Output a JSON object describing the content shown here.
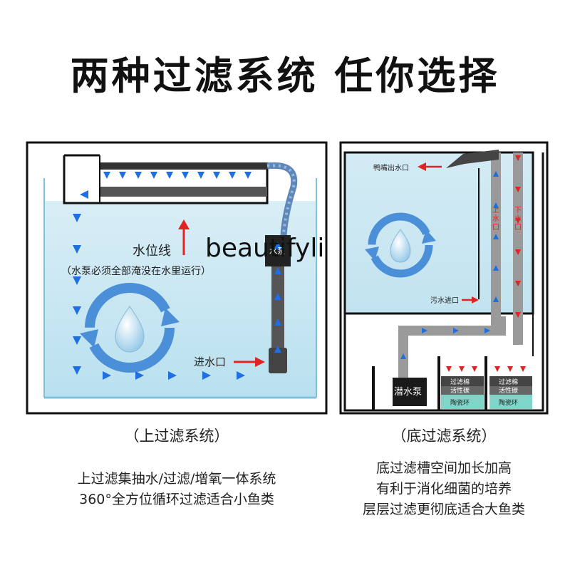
{
  "title": "两种过滤系统  任你选择",
  "watermark": "beautifyli",
  "left_panel": {
    "water_line_label": "水位线",
    "note": "（水泵必须全部淹没在水里运行）",
    "pump_label": "水泵",
    "inlet_label": "进水口",
    "caption": "（上过滤系统）",
    "desc_lines": [
      "上过滤集抽水/过滤/增氧一体系统",
      "360°全方位循环过滤适合小鱼类"
    ]
  },
  "right_panel": {
    "outlet_label": "鸭嘴出水口",
    "sewage_label": "污水进口",
    "up_label": "上水口",
    "down_label": "下水口",
    "pump_label": "潜水泵",
    "layers": [
      "过滤棉",
      "活性碳",
      "陶瓷环"
    ],
    "layers_b": [
      "过滤棉",
      "活性碳",
      "陶瓷环"
    ],
    "caption": "（底过滤系统）",
    "desc_lines": [
      "底过滤槽空间加长加高",
      "有利于消化细菌的培养",
      "层层过滤更彻底适合大鱼类"
    ]
  },
  "colors": {
    "water": "#cfe9f3",
    "water_deep": "#a9d8ea",
    "arrow_blue": "#1e6fe0",
    "arrow_red": "#e02424",
    "frame": "#111111"
  }
}
